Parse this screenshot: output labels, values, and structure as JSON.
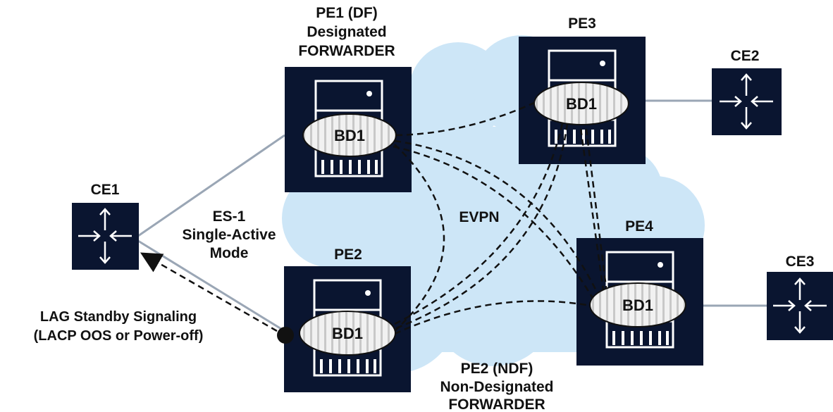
{
  "colors": {
    "navy": "#0a1530",
    "cloud": "#cde6f7",
    "link": "#9aa6b5",
    "dashed": "#111111"
  },
  "nodes": {
    "pe1": {
      "title": "PE1 (DF)",
      "line2": "Designated",
      "line3": "FORWARDER",
      "bd": "BD1"
    },
    "pe2": {
      "title": "PE2",
      "bd": "BD1"
    },
    "pe3": {
      "title": "PE3",
      "bd": "BD1"
    },
    "pe4": {
      "title": "PE4",
      "bd": "BD1"
    },
    "ce1": {
      "title": "CE1"
    },
    "ce2": {
      "title": "CE2"
    },
    "ce3": {
      "title": "CE3"
    }
  },
  "labels": {
    "es_line1": "ES-1",
    "es_line2": "Single-Active",
    "es_line3": "Mode",
    "evpn": "EVPN",
    "lag_line1": "LAG Standby Signaling",
    "lag_line2": "(LACP OOS or Power-off)",
    "pe2_line1": "PE2 (NDF)",
    "pe2_line2": "Non-Designated",
    "pe2_line3": "FORWARDER"
  },
  "icons": {
    "pe": "server-icon",
    "ce": "switch-icon"
  }
}
